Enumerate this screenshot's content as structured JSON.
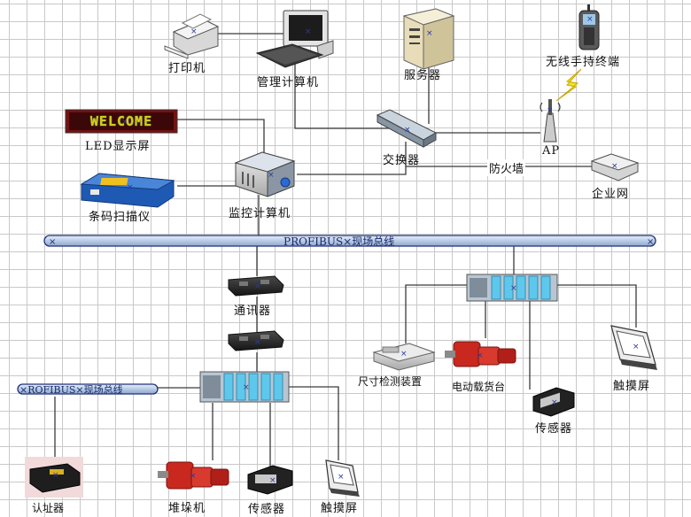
{
  "devices": {
    "printer": "打印机",
    "management_pc": "管理计算机",
    "server": "服务器",
    "handheld": "无线手持终端",
    "ap": "AP",
    "switch": "交换器",
    "firewall": "防火墙",
    "enterprise_net": "企业网",
    "led_display": "LED显示屏",
    "barcode_scanner": "条码扫描仪",
    "monitor_pc": "监控计算机",
    "comm_unit": "通讯器",
    "size_check": "尺寸检测装置",
    "electric_carrier": "电动载货台",
    "sensor_right": "传感器",
    "touch_right": "触摸屏",
    "addresser": "认址器",
    "stacker": "堆垛机",
    "sensor_bottom": "传感器",
    "touch_bottom": "触摸屏"
  },
  "led_text": "WELCOME",
  "buses": {
    "main": "PROFIBUS×现场总线",
    "local": "×ROFIBUS×现场总线"
  },
  "colors": {
    "bus_fill": "#c8daf0",
    "bus_stroke": "#24307a",
    "line": "#3a3a3a",
    "motor": "#c8281e",
    "plc": "#8fa3b5"
  }
}
